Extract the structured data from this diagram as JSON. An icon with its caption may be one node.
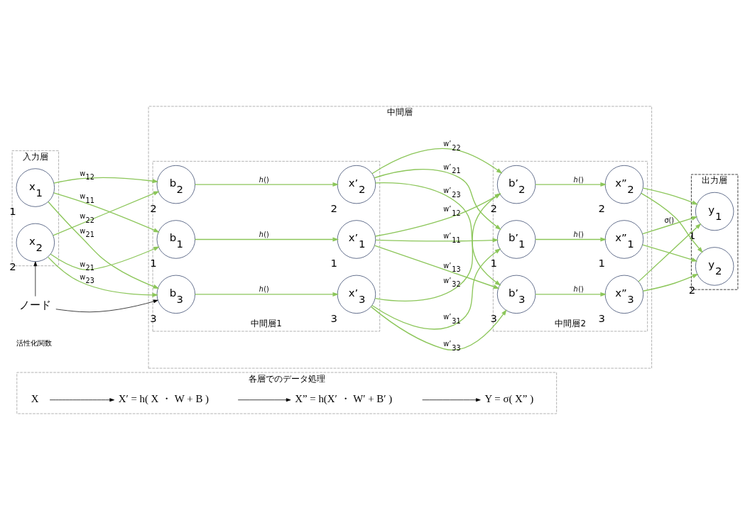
{
  "diagram": {
    "nodes": [
      {
        "text": [
          "入力層"
        ]
      },
      {
        "text": [
          "x$_{1}$"
        ],
        "in": 0,
        "beside": [
          "1"
        ]
      },
      {
        "text": [
          "x$_{2}$"
        ],
        "in": 0,
        "beside": [
          "2"
        ]
      },
      {
        "text": [
          "中間層"
        ]
      },
      {
        "text": [
          "中間層1"
        ],
        "in": 3
      },
      {
        "text": [
          "b$_{1}$"
        ],
        "in": 4,
        "beside": [
          "1"
        ]
      },
      {
        "text": [
          "x’$_{1}$"
        ],
        "in": 4,
        "beside": [
          "1"
        ]
      },
      {
        "text": [
          "b$_{2}$"
        ],
        "in": 4,
        "beside": [
          "2"
        ]
      },
      {
        "text": [
          "x’$_{2}$"
        ],
        "in": 4,
        "beside": [
          "2"
        ]
      },
      {
        "text": [
          "b$_{3}$"
        ],
        "in": 4,
        "beside": [
          "3"
        ]
      },
      {
        "text": [
          "x’$_{3}$"
        ],
        "in": 4,
        "beside": [
          "3"
        ]
      },
      {
        "text": [
          "中間層2"
        ],
        "in": 3
      },
      {
        "text": [
          "b’$_{1}$"
        ],
        "in": 11,
        "beside": [
          "1"
        ]
      },
      {
        "text": [
          "x”$_{1}$"
        ],
        "in": 11,
        "beside": [
          "1"
        ]
      },
      {
        "text": [
          "b’$_{2}$"
        ],
        "in": 11,
        "beside": [
          "2"
        ]
      },
      {
        "text": [
          "x”$_{2}$"
        ],
        "in": 11,
        "beside": [
          "2"
        ]
      },
      {
        "text": [
          "b’$_{3}$"
        ],
        "in": 11,
        "beside": [
          "3"
        ]
      },
      {
        "text": [
          "x”$_{3}$"
        ],
        "in": 11,
        "beside": [
          "3"
        ]
      },
      {
        "text": [
          "出力層"
        ]
      },
      {
        "text": [
          "y$_{1}$"
        ],
        "in": 18,
        "beside": [
          "1"
        ]
      },
      {
        "text": [
          "y$_{2}$"
        ],
        "in": 18,
        "beside": [
          "2"
        ]
      },
      {
        "text": [
          "ノード"
        ]
      },
      {
        "text": [
          "各層でのデータ処理"
        ]
      },
      {
        "text": [
          "X"
        ],
        "in": 22
      },
      {
        "text": [
          "X′ = h( X ・ W + B )"
        ],
        "in": 22
      },
      {
        "text": [
          "X” = h(X′ ・ W′ + B′ )"
        ],
        "in": 22
      },
      {
        "text": [
          "Y = σ( X” )"
        ],
        "in": 22
      }
    ],
    "edges": [
      {
        "from": 1,
        "to": 5,
        "arrow": "to",
        "label": "w$_{11}$"
      },
      {
        "from": 1,
        "to": 7,
        "arrow": "to",
        "label": "w$_{12}$"
      },
      {
        "from": 1,
        "to": 9,
        "arrow": "to",
        "label": "w$_{21}$"
      },
      {
        "from": 2,
        "to": 5,
        "arrow": "to",
        "label": "w$_{21}$"
      },
      {
        "from": 2,
        "to": 7,
        "arrow": "to",
        "label": "w$_{22}$"
      },
      {
        "from": 2,
        "to": 9,
        "arrow": "to",
        "label": "w$_{23}$"
      },
      {
        "from": 5,
        "to": 6,
        "arrow": "to",
        "label": "*h*()"
      },
      {
        "from": 7,
        "to": 8,
        "arrow": "to",
        "label": "*h*()"
      },
      {
        "from": 9,
        "to": 10,
        "arrow": "to",
        "label": "*h*()"
      },
      {
        "from": 6,
        "to": 12,
        "arrow": "to",
        "label": "w’$_{11}$"
      },
      {
        "from": 6,
        "to": 14,
        "arrow": "to",
        "label": "w’$_{12}$"
      },
      {
        "from": 6,
        "to": 16,
        "arrow": "to",
        "label": "w’$_{13}$"
      },
      {
        "from": 8,
        "to": 12,
        "arrow": "to",
        "label": "w’$_{21}$"
      },
      {
        "from": 8,
        "to": 14,
        "arrow": "to",
        "label": "w’$_{22}$"
      },
      {
        "from": 8,
        "to": 16,
        "arrow": "to",
        "label": "w’$_{23}$"
      },
      {
        "from": 10,
        "to": 12,
        "arrow": "to",
        "label": "w’$_{31}$"
      },
      {
        "from": 10,
        "to": 14,
        "arrow": "to",
        "label": "w’$_{32}$"
      },
      {
        "from": 10,
        "to": 16,
        "arrow": "to",
        "label": "w’$_{33}$"
      },
      {
        "from": 12,
        "to": 13,
        "arrow": "to",
        "label": "*h*()"
      },
      {
        "from": 14,
        "to": 15,
        "arrow": "to",
        "label": "*h*()"
      },
      {
        "from": 16,
        "to": 17,
        "arrow": "to",
        "label": "*h*()"
      },
      {
        "from": 13,
        "to": 19,
        "arrow": "to",
        "label": "σ()"
      },
      {
        "from": 13,
        "to": 20,
        "arrow": "to"
      },
      {
        "from": 15,
        "to": 19,
        "arrow": "to"
      },
      {
        "from": 15,
        "to": 20,
        "arrow": "to"
      },
      {
        "from": 17,
        "to": 19,
        "arrow": "to"
      },
      {
        "from": 17,
        "to": 20,
        "arrow": "to"
      },
      {
        "from": 21,
        "to": 2,
        "arrow": "to",
        "color": "#000000"
      },
      {
        "from": 21,
        "to": 9,
        "arrow": "to",
        "color": "#000000"
      },
      {
        "from": 23,
        "to": 24,
        "arrow": "to",
        "color": "#000000"
      },
      {
        "from": 24,
        "to": 25,
        "arrow": "to",
        "color": "#000000"
      },
      {
        "from": 25,
        "to": 26,
        "arrow": "to",
        "color": "#000000"
      }
    ],
    "labels": [
      "活性化関数"
    ]
  }
}
